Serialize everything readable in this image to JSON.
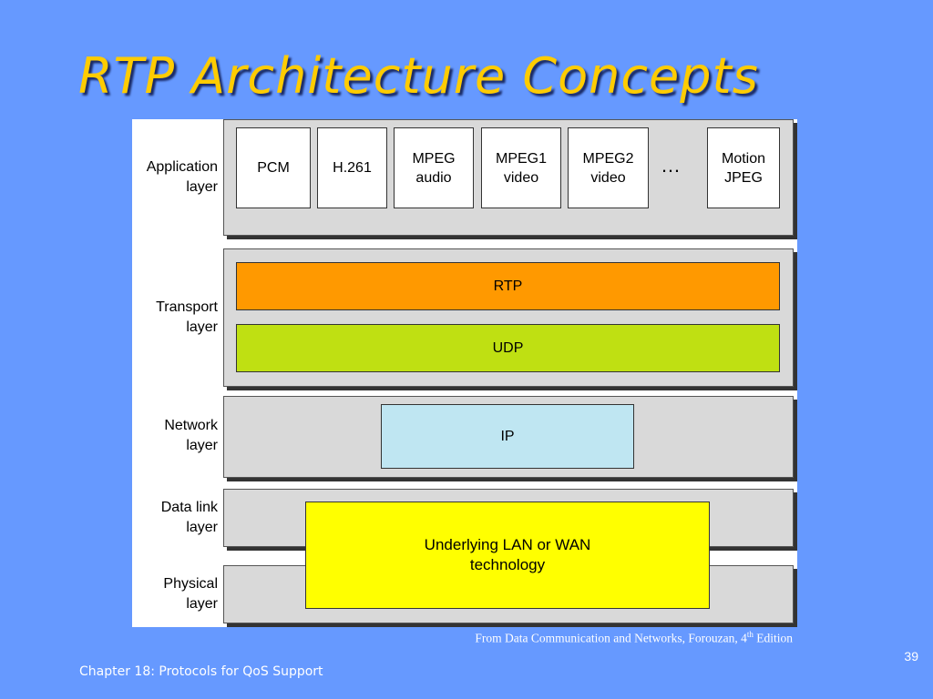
{
  "slide": {
    "title": "RTP Architecture Concepts",
    "footer": "Chapter 18:  Protocols for QoS Support",
    "slide_number": "39"
  },
  "diagram": {
    "layers": {
      "application": "Application\nlayer",
      "transport": "Transport\nlayer",
      "network": "Network\nlayer",
      "datalink": "Data link\nlayer",
      "physical": "Physical\nlayer"
    },
    "applications": [
      "PCM",
      "H.261",
      "MPEG\naudio",
      "MPEG1\nvideo",
      "MPEG2\nvideo",
      "Motion\nJPEG"
    ],
    "ellipsis": "…",
    "rtp": "RTP",
    "udp": "UDP",
    "ip": "IP",
    "underlying": "Underlying LAN or WAN\ntechnology"
  },
  "source": {
    "text_before": "From Data Communication and Networks, Forouzan, 4",
    "superscript": "th",
    "text_after": " Edition"
  },
  "colors": {
    "background": "#6699ff",
    "title": "#ffcc00",
    "rtp": "#ff9900",
    "udp": "#bfe012",
    "ip": "#bfe6f2",
    "underlying": "#ffff00",
    "band": "#d9d9d9"
  }
}
